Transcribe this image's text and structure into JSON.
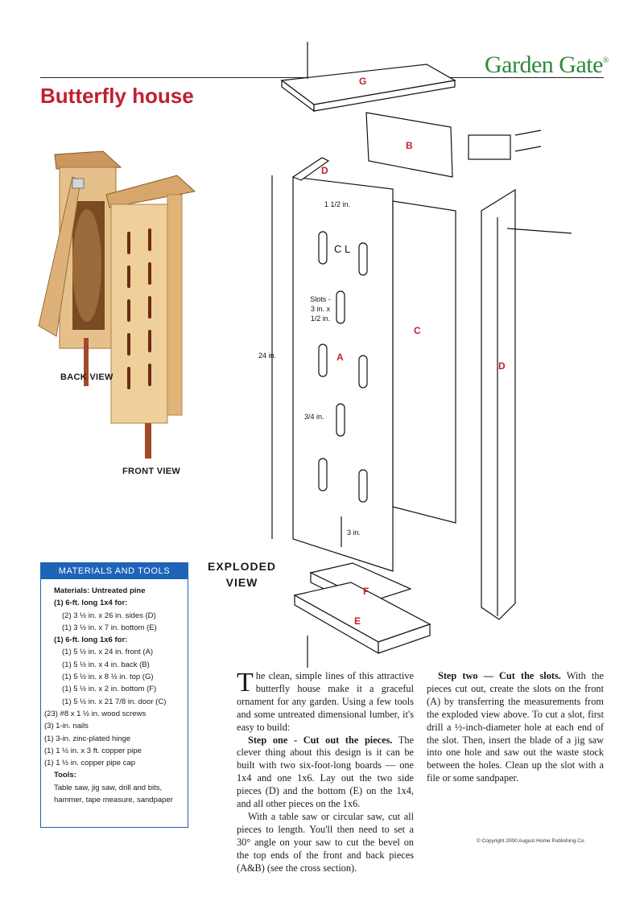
{
  "brand": {
    "name": "Garden Gate",
    "mark": "®"
  },
  "title": "Butterfly house",
  "photo_captions": {
    "back": "BACK VIEW",
    "front": "FRONT VIEW"
  },
  "exploded_caption": [
    "EXPLODED",
    "VIEW"
  ],
  "part_labels": {
    "g": "G",
    "b": "B",
    "d_top": "D",
    "c": "C",
    "a": "A",
    "d_right": "D",
    "f": "F",
    "e": "E"
  },
  "dimensions": {
    "width_half": "1 1/2 in.",
    "center": "C L",
    "slots": [
      "Slots -",
      "3 in. x",
      "1/2 in."
    ],
    "height": "24 in.",
    "gap": "3/4 in.",
    "bottom": "3 in."
  },
  "materials": {
    "heading": "MATERIALS AND TOOLS",
    "lines": [
      {
        "text": "Materials:  Untreated pine",
        "style": "b",
        "indent": "i1"
      },
      {
        "text": "(1)  6-ft. long 1x4 for:",
        "style": "b",
        "indent": "i1"
      },
      {
        "text": "(2) 3 ½ in. x 26 in. sides (D)",
        "style": "",
        "indent": "i2"
      },
      {
        "text": "(1)  3 ½ in. x 7 in. bottom (E)",
        "style": "",
        "indent": "i2"
      },
      {
        "text": "(1)  6-ft. long 1x6 for:",
        "style": "b",
        "indent": "i1"
      },
      {
        "text": "(1)  5 ½ in. x 24 in. front (A)",
        "style": "",
        "indent": "i2"
      },
      {
        "text": "(1)  5 ½ in. x 4 in. back (B)",
        "style": "",
        "indent": "i2"
      },
      {
        "text": "(1)  5 ½ in. x 8 ½ in. top (G)",
        "style": "",
        "indent": "i2"
      },
      {
        "text": "(1)  5 ½ in. x 2 in. bottom (F)",
        "style": "",
        "indent": "i2"
      },
      {
        "text": "(1)  5 ½ in. x 21 7/8 in. door (C)",
        "style": "",
        "indent": "i2"
      },
      {
        "text": "(23)  #8 x 1 ½ in. wood screws",
        "style": "",
        "indent": "i0"
      },
      {
        "text": "(3)   1-in. nails",
        "style": "",
        "indent": "i0"
      },
      {
        "text": "(1)   3-in. zinc-plated hinge",
        "style": "",
        "indent": "i0"
      },
      {
        "text": "(1)   1 ½ in. x 3 ft. copper pipe",
        "style": "",
        "indent": "i0"
      },
      {
        "text": "(1)   1 ½ in. copper pipe cap",
        "style": "",
        "indent": "i0"
      }
    ],
    "tools_heading": "Tools:",
    "tools": [
      "Table saw, jig saw, drill and bits,",
      "hammer, tape measure, sandpaper"
    ]
  },
  "article": {
    "dropcap": "T",
    "intro": "he clean, simple lines of this attractive butterfly house make it a graceful ornament for any garden.  Using a few tools and some untreated dimensional lumber, it's easy to build:",
    "step1_title": "Step one - Cut out the pieces.",
    "step1": " The clever thing about this design is it can be built with two six-foot-long boards — one 1x4 and one 1x6. Lay out the two side pieces (D) and the bottom (E) on the 1x4, and all other pieces on the 1x6.",
    "para3": "With a table saw or circular saw, cut all pieces to length. You'll then need to set a 30° angle on your saw to cut the bevel on the top ends of the front and back pieces (A&B) (see the cross section).",
    "step2_title": "Step two — Cut the slots.",
    "step2": " With the pieces cut out, create the slots on the front (A) by transferring the measurements from the exploded view above. To cut a slot, first drill a ½-inch-diameter hole at each end of the slot. Then, insert the blade of a jig saw into one hole and saw out the waste stock between the holes. Clean up the slot with a file or some sandpaper."
  },
  "copyright": "© Copyright 2000 August Home Publishing Co."
}
